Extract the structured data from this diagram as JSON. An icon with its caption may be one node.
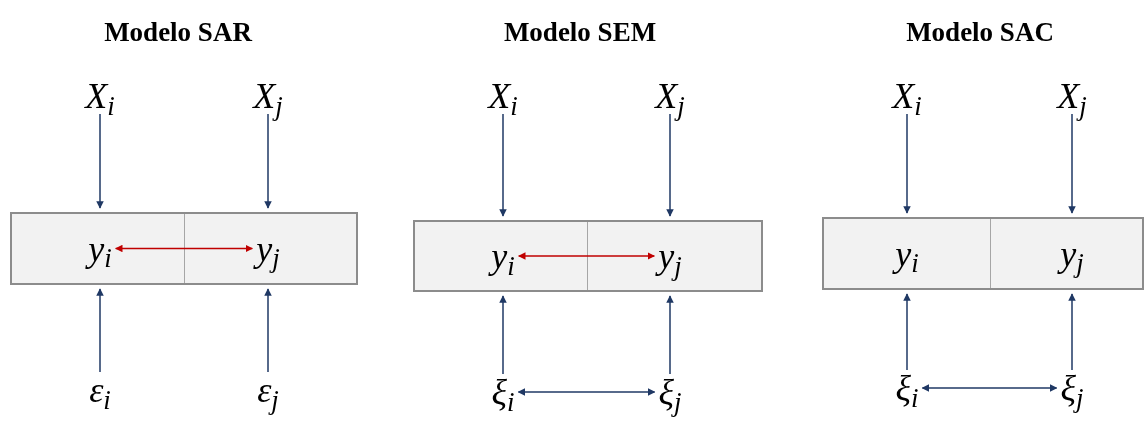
{
  "diagram": {
    "nodes": [
      {
        "text": [
          "X$_{i}$"
        ]
      },
      {
        "text": [
          "X$_{j}$"
        ]
      },
      {
        "text": [
          "y$_{i}$"
        ]
      },
      {
        "text": [
          "y$_{j}$"
        ]
      },
      {
        "text": [
          "ε$_{i}$"
        ]
      },
      {
        "text": [
          "ε$_{j}$"
        ]
      },
      {
        "text": [
          "X$_{i}$"
        ]
      },
      {
        "text": [
          "X$_{j}$"
        ]
      },
      {
        "text": [
          "y$_{i}$"
        ]
      },
      {
        "text": [
          "y$_{j}$"
        ]
      },
      {
        "text": [
          "ξ$_{i}$"
        ]
      },
      {
        "text": [
          "ξ$_{j}$"
        ]
      },
      {
        "text": [
          "X$_{i}$"
        ]
      },
      {
        "text": [
          "X$_{j}$"
        ]
      },
      {
        "text": [
          "y$_{i}$"
        ]
      },
      {
        "text": [
          "y$_{j}$"
        ]
      },
      {
        "text": [
          "ξ$_{i}$"
        ]
      },
      {
        "text": [
          "ξ$_{j}$"
        ]
      }
    ],
    "edges": [
      {
        "from": 0,
        "to": 2,
        "arrow": "to"
      },
      {
        "from": 1,
        "to": 3,
        "arrow": "to"
      },
      {
        "from": 2,
        "to": 3,
        "arrow": "both",
        "color": "#c00000"
      },
      {
        "from": 4,
        "to": 2,
        "arrow": "to"
      },
      {
        "from": 5,
        "to": 3,
        "arrow": "to"
      },
      {
        "from": 6,
        "to": 8,
        "arrow": "to"
      },
      {
        "from": 7,
        "to": 9,
        "arrow": "to"
      },
      {
        "from": 8,
        "to": 9,
        "arrow": "both",
        "color": "#c00000"
      },
      {
        "from": 10,
        "to": 8,
        "arrow": "to"
      },
      {
        "from": 11,
        "to": 9,
        "arrow": "to"
      },
      {
        "from": 10,
        "to": 11,
        "arrow": "both"
      },
      {
        "from": 12,
        "to": 14,
        "arrow": "to"
      },
      {
        "from": 13,
        "to": 15,
        "arrow": "to"
      },
      {
        "from": 16,
        "to": 14,
        "arrow": "to"
      },
      {
        "from": 17,
        "to": 15,
        "arrow": "to"
      },
      {
        "from": 16,
        "to": 17,
        "arrow": "both"
      }
    ],
    "labels": [
      "Modelo SAR",
      "Modelo SEM",
      "Modelo SAC"
    ]
  }
}
